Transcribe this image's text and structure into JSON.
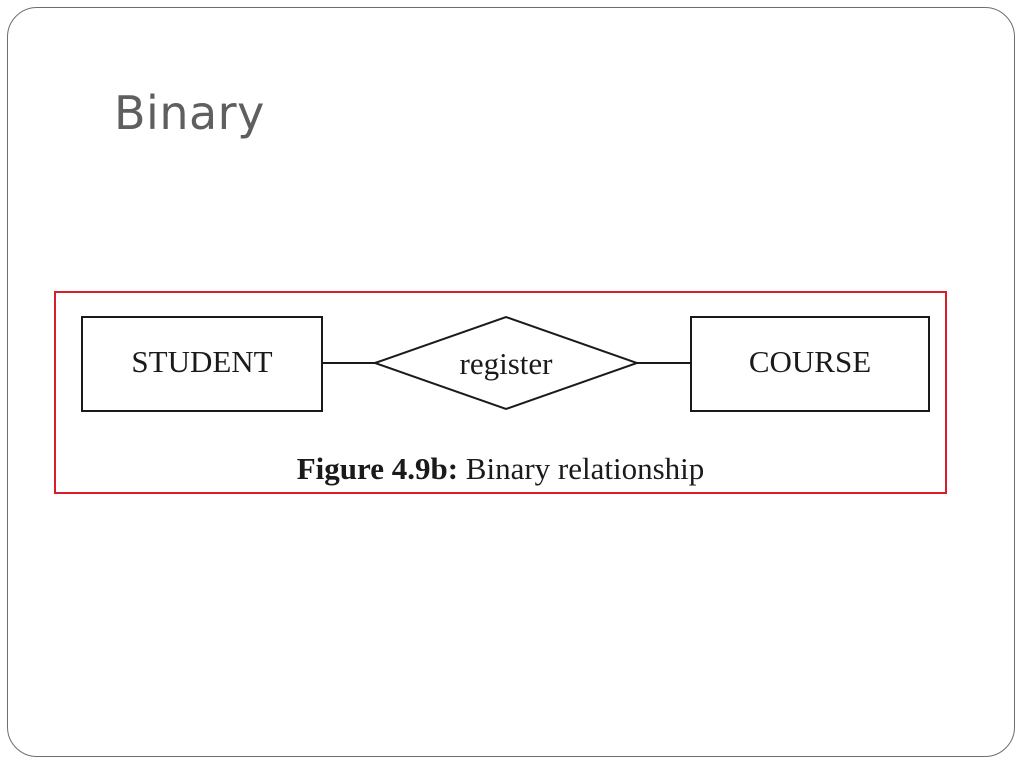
{
  "slide": {
    "title": "Binary"
  },
  "figure": {
    "entities": {
      "left": "STUDENT",
      "right": "COURSE"
    },
    "relationship": "register",
    "caption_label": "Figure 4.9b:",
    "caption_text": " Binary relationship"
  },
  "colors": {
    "figure_border": "#d81e2a",
    "title_text": "#5f5f5f",
    "slide_border": "#6e6e6e"
  }
}
